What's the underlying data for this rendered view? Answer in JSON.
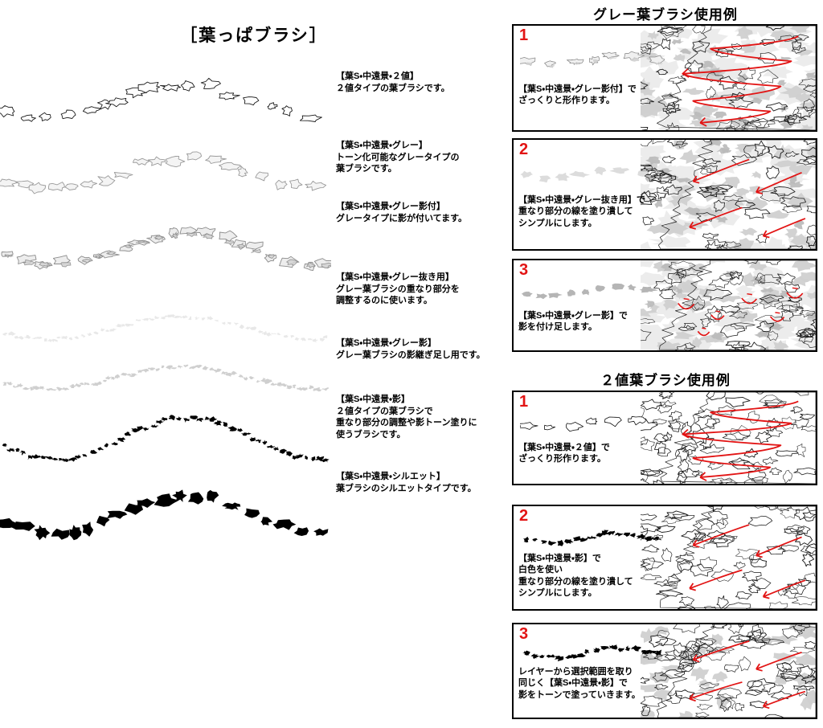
{
  "title": "［葉っぱブラシ］",
  "samples": [
    {
      "name": "【葉S・中遠景・２値】",
      "desc": "【葉S・中遠景・２値】\n２値タイプの葉ブラシです。",
      "style": "outline",
      "color": "#000000"
    },
    {
      "name": "【葉S・中遠景・グレー】",
      "desc": "【葉S・中遠景・グレー】\nトーン化可能なグレータイプの\n葉ブラシです。",
      "style": "gray-outline",
      "color": "#c8c8c8"
    },
    {
      "name": "【葉S・中遠景・グレー影付】",
      "desc": "【葉S・中遠景・グレー影付】\nグレータイプに影が付いてます。",
      "style": "gray-shaded",
      "color": "#b4b4b4"
    },
    {
      "name": "【葉S・中遠景・グレー抜き用】",
      "desc": "【葉S・中遠景・グレー抜き用】\nグレー葉ブラシの重なり部分を\n調整するのに使います。",
      "style": "light-gray-fill",
      "color": "#e6e6e6"
    },
    {
      "name": "【葉S・中遠景・グレー影】",
      "desc": "【葉S・中遠景・グレー影】\nグレー葉ブラシの影継ぎ足し用です。",
      "style": "mid-gray-fill",
      "color": "#cccccc"
    },
    {
      "name": "【葉S・中遠景・影】",
      "desc": "【葉S・中遠景・影】\n２値タイプの葉ブラシで\n重なり部分の調整や影トーン塗りに\n使うブラシです。",
      "style": "black-small-fill",
      "color": "#000000"
    },
    {
      "name": "【葉S・中遠景・シルエット】",
      "desc": "【葉S・中遠景・シルエット】\n葉ブラシのシルエットタイプです。",
      "style": "black-large-fill",
      "color": "#000000"
    }
  ],
  "sections": [
    {
      "heading": "グレー葉ブラシ使用例",
      "panels": [
        {
          "number": "1",
          "text": "【葉S・中遠景・グレー影付】で\nざっくりと形作ります。",
          "brush_style": "gray-shaded",
          "art_style": "gray-foliage",
          "arrows": "zigzag-large"
        },
        {
          "number": "2",
          "text": "【葉S・中遠景・グレー抜き用】で\n重なり部分の線を塗り潰して\nシンプルにします。",
          "brush_style": "light-gray-fill",
          "art_style": "gray-foliage",
          "arrows": "short-diagonal"
        },
        {
          "number": "3",
          "text": "【葉S・中遠景・グレー影】で\n影を付け足します。",
          "brush_style": "mid-gray-fill",
          "art_style": "gray-foliage",
          "arrows": "curved-small"
        }
      ]
    },
    {
      "heading": "２値葉ブラシ使用例",
      "panels": [
        {
          "number": "1",
          "text": "【葉S・中遠景・２値】で\nざっくり形作ります。",
          "brush_style": "outline",
          "art_style": "line-foliage",
          "arrows": "zigzag-large"
        },
        {
          "number": "2",
          "text": "【葉S・中遠景・影】で\n白色を使い\n重なり部分の線を塗り潰して\nシンプルにします。",
          "brush_style": "black-small-fill",
          "art_style": "line-foliage",
          "arrows": "short-diagonal"
        },
        {
          "number": "3",
          "text": "レイヤーから選択範囲を取り\n同じく【葉S・中遠景・影】で\n影をトーンで塗っていきます。",
          "brush_style": "black-small-fill",
          "art_style": "line-foliage-tone",
          "arrows": "short-diagonal"
        }
      ]
    }
  ],
  "colors": {
    "accent_red": "#e21414",
    "ink": "#000000",
    "gray_light": "#e6e6e6",
    "gray_mid": "#cccccc",
    "gray_dark": "#b4b4b4",
    "background": "#ffffff"
  }
}
